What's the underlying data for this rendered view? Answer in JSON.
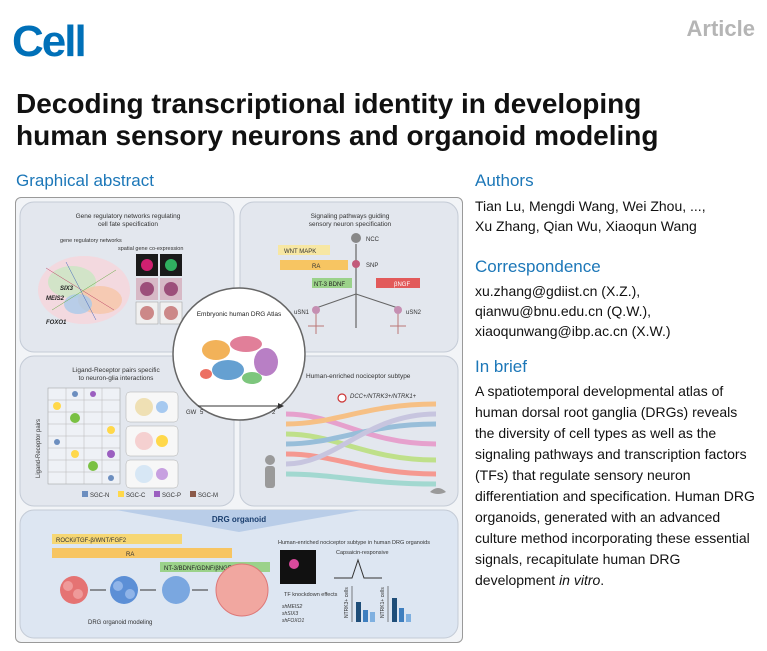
{
  "journal": {
    "logo": "Cell",
    "article_type": "Article"
  },
  "title": {
    "line1": "Decoding transcriptional identity in developing",
    "line2": "human sensory neurons and organoid modeling"
  },
  "graphical_abstract": {
    "heading": "Graphical abstract",
    "panel_grn": {
      "title1": "Gene regulatory networks regulating",
      "title2": "cell fate specification",
      "sub1": "gene regulatory networks",
      "sub2": "spatial gene co-expression",
      "genes": [
        "SIX3",
        "MEIS2",
        "FOXO1"
      ]
    },
    "panel_signal": {
      "title1": "Signaling pathways guiding",
      "title2": "sensory neuron specification",
      "ncc": "NCC",
      "wnt": "WNT MAPK",
      "ra": "RA",
      "snp": "SNP",
      "nt3": "NT-3 BDNF",
      "ngf": "βNGF",
      "usn1": "uSN1",
      "usn2": "uSN2"
    },
    "center": {
      "label": "Embryonic human DRG Atlas",
      "gw": "GW",
      "tick_start": "5",
      "tick_end": "2"
    },
    "panel_lr": {
      "title1": "Ligand-Receptor pairs specific",
      "title2": "to neuron-glia interactions",
      "axis": "Ligand-Receptor pairs",
      "legend": [
        "SGC-N",
        "SGC-C",
        "SGC-P",
        "SGC-M"
      ]
    },
    "panel_noci": {
      "title": "Human-enriched nociceptor subtype",
      "marker": "DCC+/NTRK3+/NTRK1+"
    },
    "organoid": {
      "banner": "DRG organoid",
      "pathway1": "ROCKi/TGF-β/WNT/FGF2",
      "pathway2": "RA",
      "pathway3": "NT-3/BDNF/GDNF/βNGF",
      "modeling": "DRG organoid modeling",
      "subtype": "Human-enriched nociceptor subtype in human DRG organoids",
      "capsaicin": "Capsaicin-responsive",
      "knockdown": "TF knockdown effects",
      "shrna": [
        "shMEIS2",
        "shSIX3",
        "shFOXO1"
      ],
      "bars_left": "NTRK3+ cells",
      "bars_right": "NTRK1+ cells"
    }
  },
  "authors": {
    "heading": "Authors",
    "line1": "Tian Lu, Mengdi Wang, Wei Zhou, ...,",
    "line2": "Xu Zhang, Qian Wu, Xiaoqun Wang"
  },
  "correspondence": {
    "heading": "Correspondence",
    "lines": [
      "xu.zhang@gdiist.cn (X.Z.),",
      "qianwu@bnu.edu.cn (Q.W.),",
      "xiaoqunwang@ibp.ac.cn (X.W.)"
    ]
  },
  "in_brief": {
    "heading": "In brief",
    "text_main": "A spatiotemporal developmental atlas of human dorsal root ganglia (DRGs) reveals the diversity of cell types as well as the signaling pathways and transcription factors (TFs) that regulate sensory neuron differentiation and specification. Human DRG organoids, generated with an advanced culture method incorporating these essential signals, recapitulate human DRG development ",
    "text_italic": "in vitro",
    "text_end": "."
  },
  "colors": {
    "brand_blue": "#0070b8",
    "section_blue": "#1c77b8",
    "article_gray": "#b5b5b5"
  }
}
